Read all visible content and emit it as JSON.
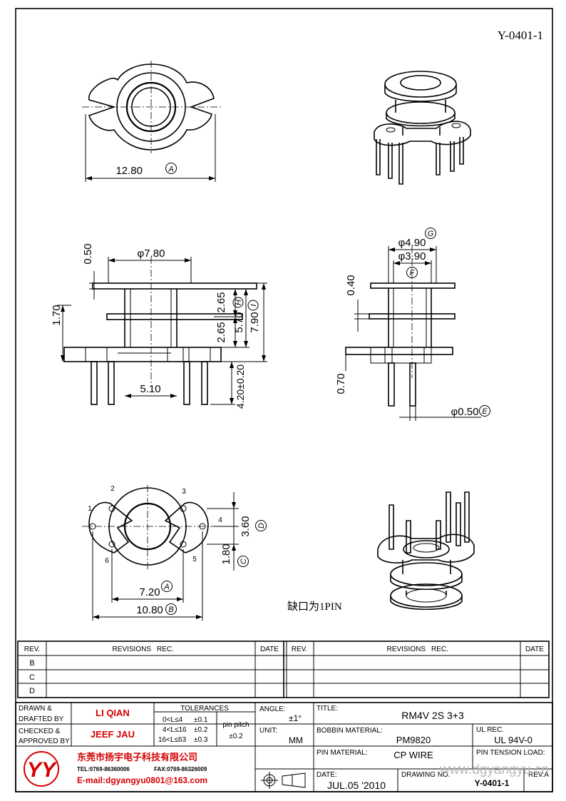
{
  "drawing_id": "Y-0401-1",
  "dims": {
    "top_width": "12.80",
    "top_width_tag": "A",
    "top_flange_dia": "φ7.80",
    "flange_thk": "0.50",
    "base_h": "1.70",
    "h_upper": "2.65",
    "h_lower": "2.65",
    "h_H": "5.70",
    "tag_H": "H",
    "h_I": "7.90",
    "tag_I": "I",
    "pin_span_inner": "5.10",
    "pin_length": "4.20±0.20",
    "side_dia_G": "φ4.90",
    "tag_G": "G",
    "side_dia_F": "φ3.90",
    "tag_F": "F",
    "side_flange": "0.40",
    "side_base": "0.70",
    "pin_dia": "φ0.50",
    "tag_E": "E",
    "pitch_D": "3.60",
    "tag_D": "D",
    "pitch_C": "1.80",
    "tag_C": "C",
    "bottom_pitch_A": "7.20",
    "tag_A": "A",
    "bottom_width_B": "10.80",
    "tag_B": "B",
    "pin_numbers": [
      "1",
      "2",
      "3",
      "4",
      "5",
      "6"
    ]
  },
  "note": "缺口为1PIN",
  "revisions": {
    "headers": [
      "REV.",
      "REVISIONS",
      "REC.",
      "DATE"
    ],
    "rows": [
      "B",
      "C",
      "D"
    ]
  },
  "title_block": {
    "drawn_label_1": "DRAWN &",
    "drawn_label_2": "DRAFTED BY",
    "drawn_name": "LI QIAN",
    "checked_label_1": "CHECKED &",
    "checked_label_2": "APPROVED BY",
    "checked_name": "JEEF JAU",
    "tol_header": "TOLERANCES",
    "tol_rows": [
      {
        "range": "0<L≤4",
        "value": "±0.1"
      },
      {
        "range": "4<L≤16",
        "value": "±0.2"
      },
      {
        "range": "16<L≤63",
        "value": "±0.3"
      }
    ],
    "pin_pitch_label": "pin pitch",
    "pin_pitch_value": "±0.2",
    "angle_label": "ANGLE:",
    "angle_value": "±1°",
    "unit_label": "UNIT:",
    "unit_value": "MM",
    "title_label": "TITLE:",
    "title_value": "RM4V 2S 3+3",
    "bobbin_label": "BOBBIN MATERIAL:",
    "bobbin_value": "PM9820",
    "ul_label": "UL REC.",
    "ul_value": "UL 94V-0",
    "pin_mat_label": "PIN MATERIAL:",
    "pin_mat_value": "CP WIRE",
    "pin_tension_label": "PIN TENSION LOAD:",
    "date_label": "DATE:",
    "date_value": "JUL.05 '2010",
    "drawing_no_label": "DRAWING NO.",
    "drawing_no_value": "Y-0401-1",
    "rev_label": "REV.A",
    "company_cn": "东莞市扬宇电子科技有限公司",
    "tel": "TEL:0769-86360006",
    "fax": "FAX:0769-86326009",
    "email": "E-mail:dgyangyu0801@163.com",
    "watermark": "www.dgyangyu.cn",
    "logo_letters": "YY"
  },
  "colors": {
    "company_red": "#d40000",
    "name_red": "#d40000",
    "watermark_gray": "#b8b8b8"
  }
}
